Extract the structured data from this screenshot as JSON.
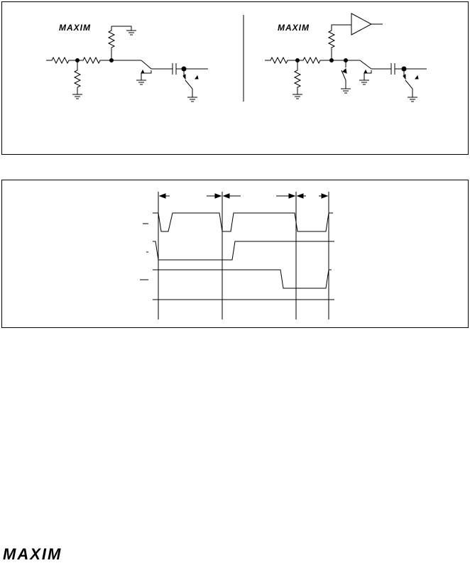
{
  "brand": {
    "logo_text": "MAXIM",
    "logo_color": "#000000"
  },
  "timing_diagram": {
    "signal_rows": 4,
    "marker_columns": 4
  }
}
